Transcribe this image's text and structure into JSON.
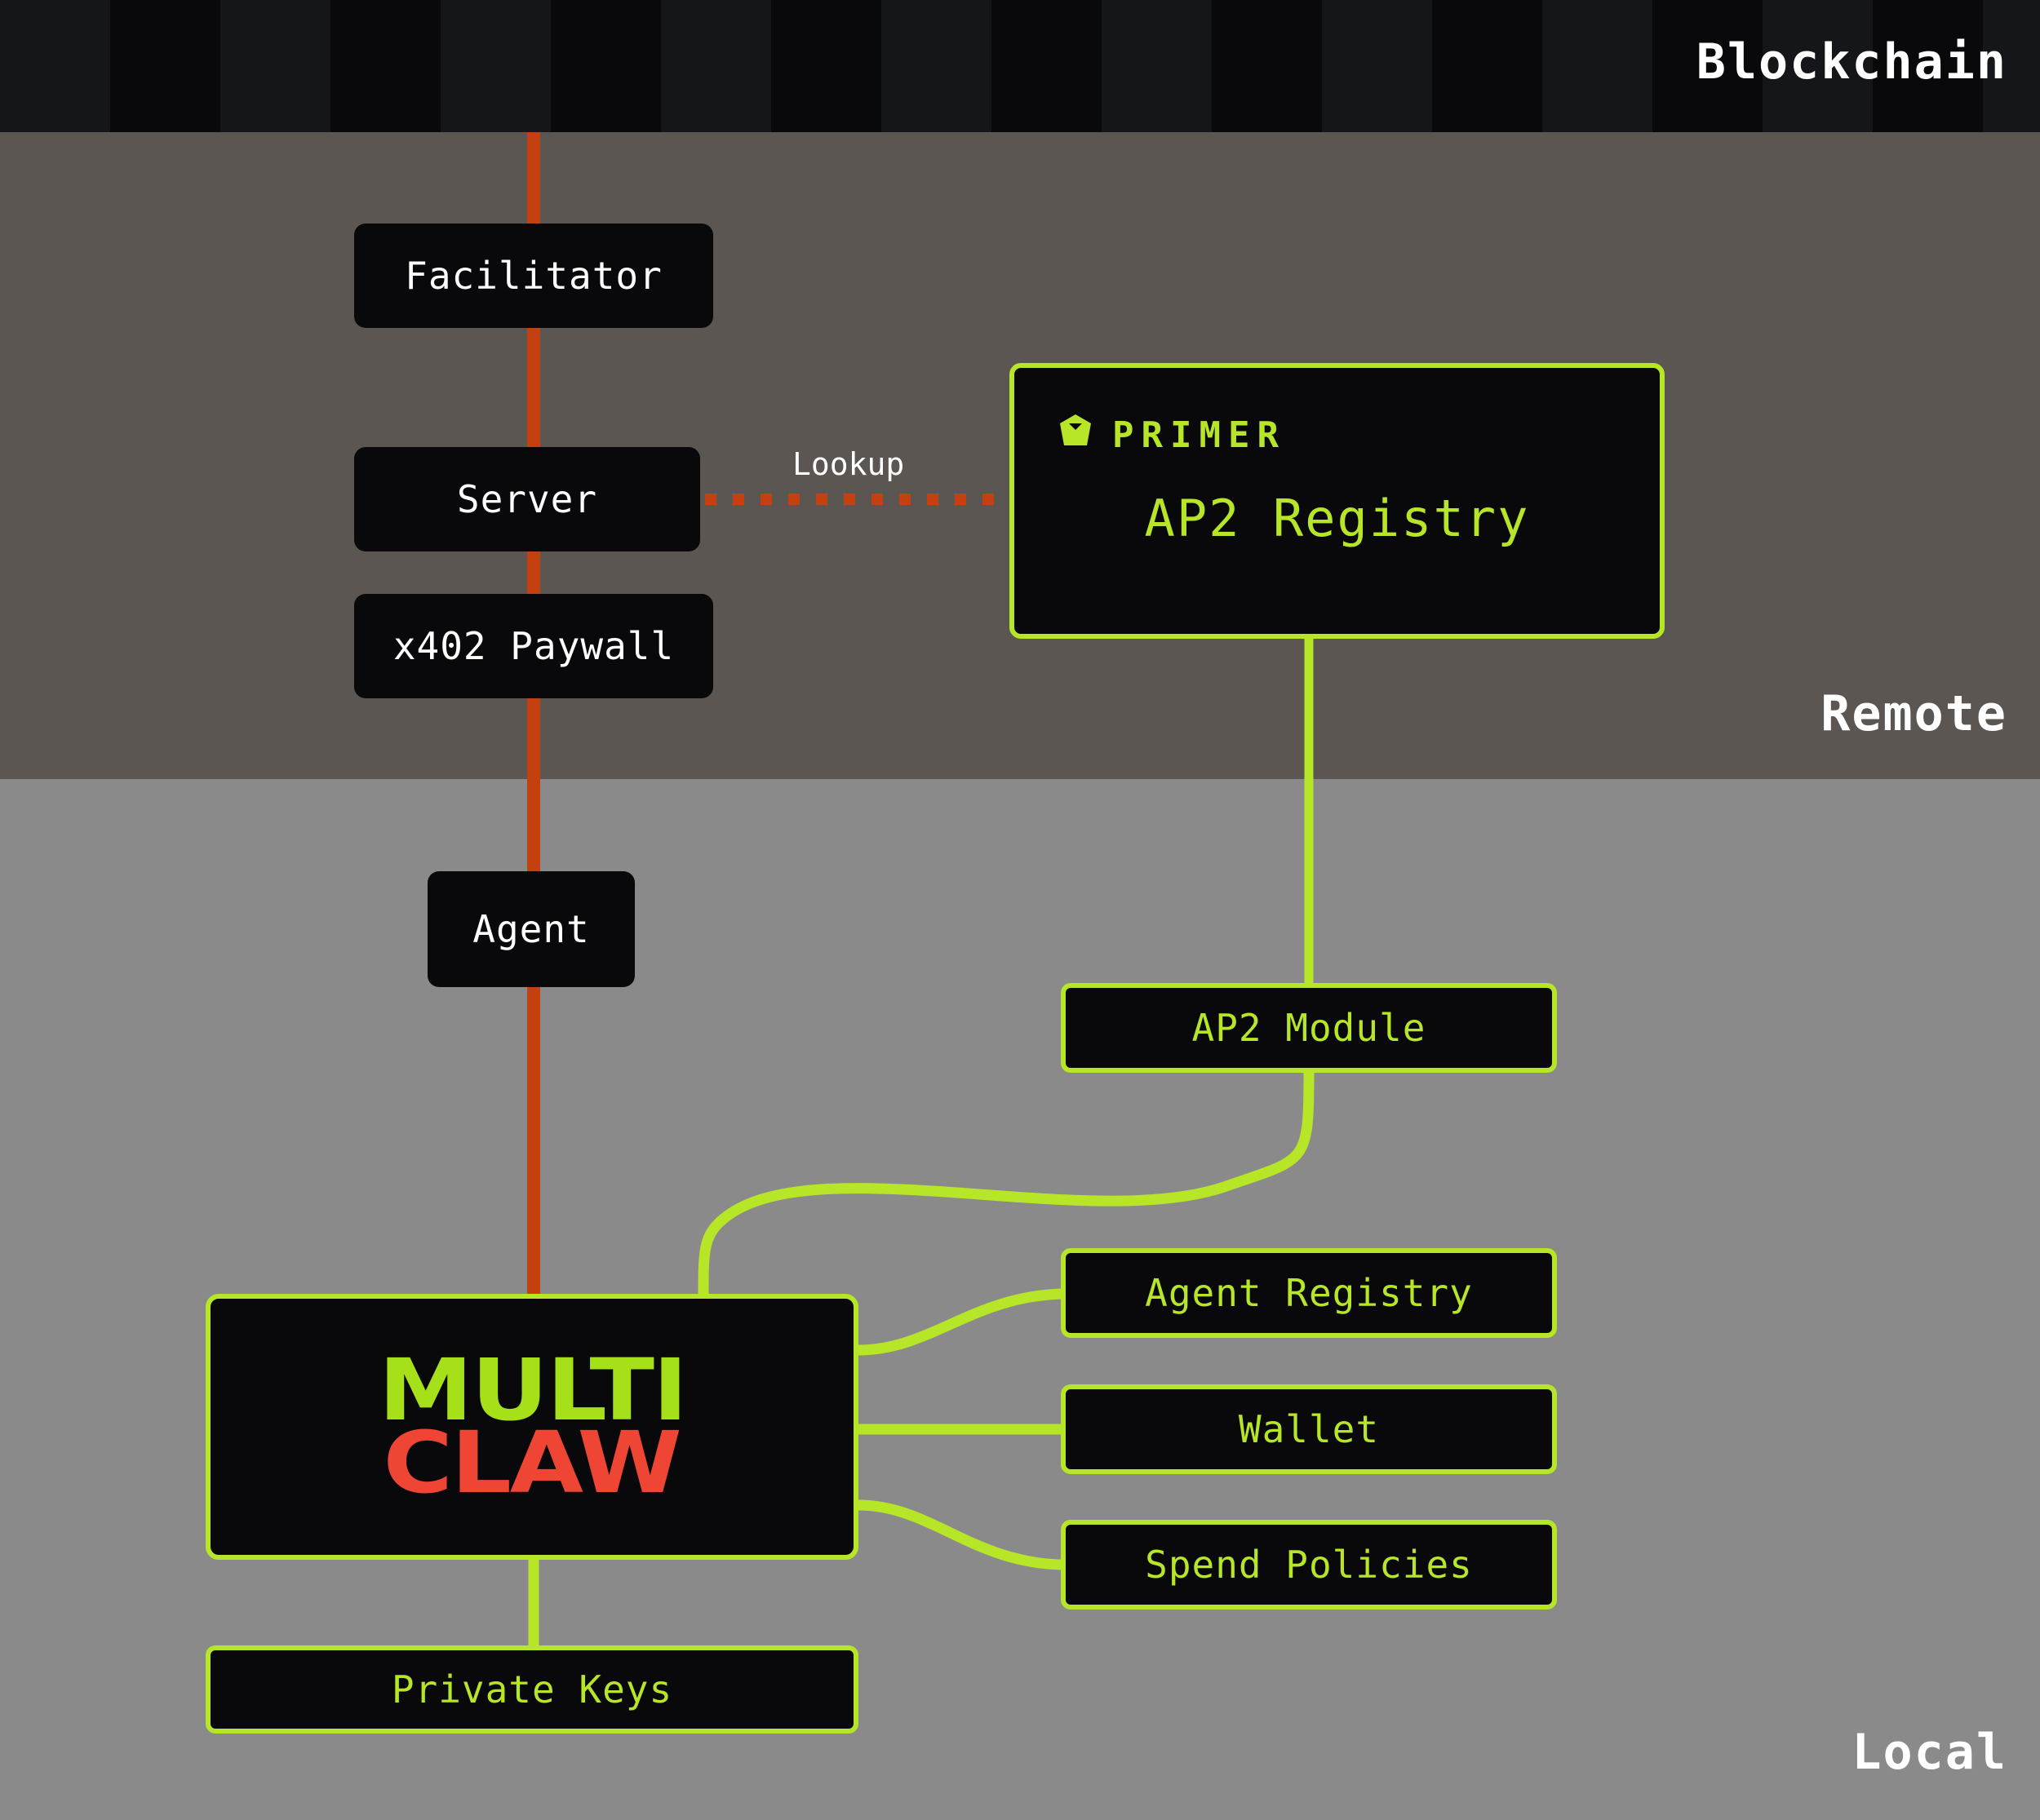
{
  "zones": {
    "blockchain": {
      "label": "Blockchain",
      "background": "#111215",
      "stripe_a": "#15161a",
      "stripe_b": "#09090b"
    },
    "remote": {
      "label": "Remote",
      "background": "#5b5651"
    },
    "local": {
      "label": "Local",
      "background": "#8a8a8a"
    }
  },
  "colors": {
    "accent_green": "#b6e627",
    "logo_green": "#a5e018",
    "logo_red": "#ee4535",
    "chain_orange": "#c4400f",
    "node_fill": "#09090b",
    "node_text_light": "#ffffff"
  },
  "nodes": {
    "facilitator": {
      "label": "Facilitator",
      "zone": "remote",
      "style": "dark"
    },
    "server": {
      "label": "Server",
      "zone": "remote",
      "style": "dark"
    },
    "paywall": {
      "label": "x402 Paywall",
      "zone": "remote",
      "style": "dark"
    },
    "agent": {
      "label": "Agent",
      "zone": "local",
      "style": "dark"
    },
    "ap2_registry": {
      "brand": "PRIMER",
      "brand_icon": "pen-nib-icon",
      "label": "AP2 Registry",
      "zone": "remote",
      "style": "green"
    },
    "ap2_module": {
      "label": "AP2 Module",
      "zone": "local",
      "style": "green"
    },
    "agent_registry": {
      "label": "Agent Registry",
      "zone": "local",
      "style": "green"
    },
    "wallet": {
      "label": "Wallet",
      "zone": "local",
      "style": "green"
    },
    "spend_policies": {
      "label": "Spend Policies",
      "zone": "local",
      "style": "green"
    },
    "private_keys": {
      "label": "Private Keys",
      "zone": "local",
      "style": "green"
    },
    "multiclaw": {
      "label_top": "MULTI",
      "label_bottom": "CLAW",
      "zone": "local",
      "style": "green"
    }
  },
  "edges": {
    "lookup": {
      "label": "Lookup",
      "from": "server",
      "to": "ap2_registry",
      "style": "dotted",
      "color": "#c4400f"
    },
    "chain": {
      "label": "",
      "from": "blockchain",
      "to": "multiclaw",
      "style": "solid",
      "color": "#c4400f"
    }
  }
}
